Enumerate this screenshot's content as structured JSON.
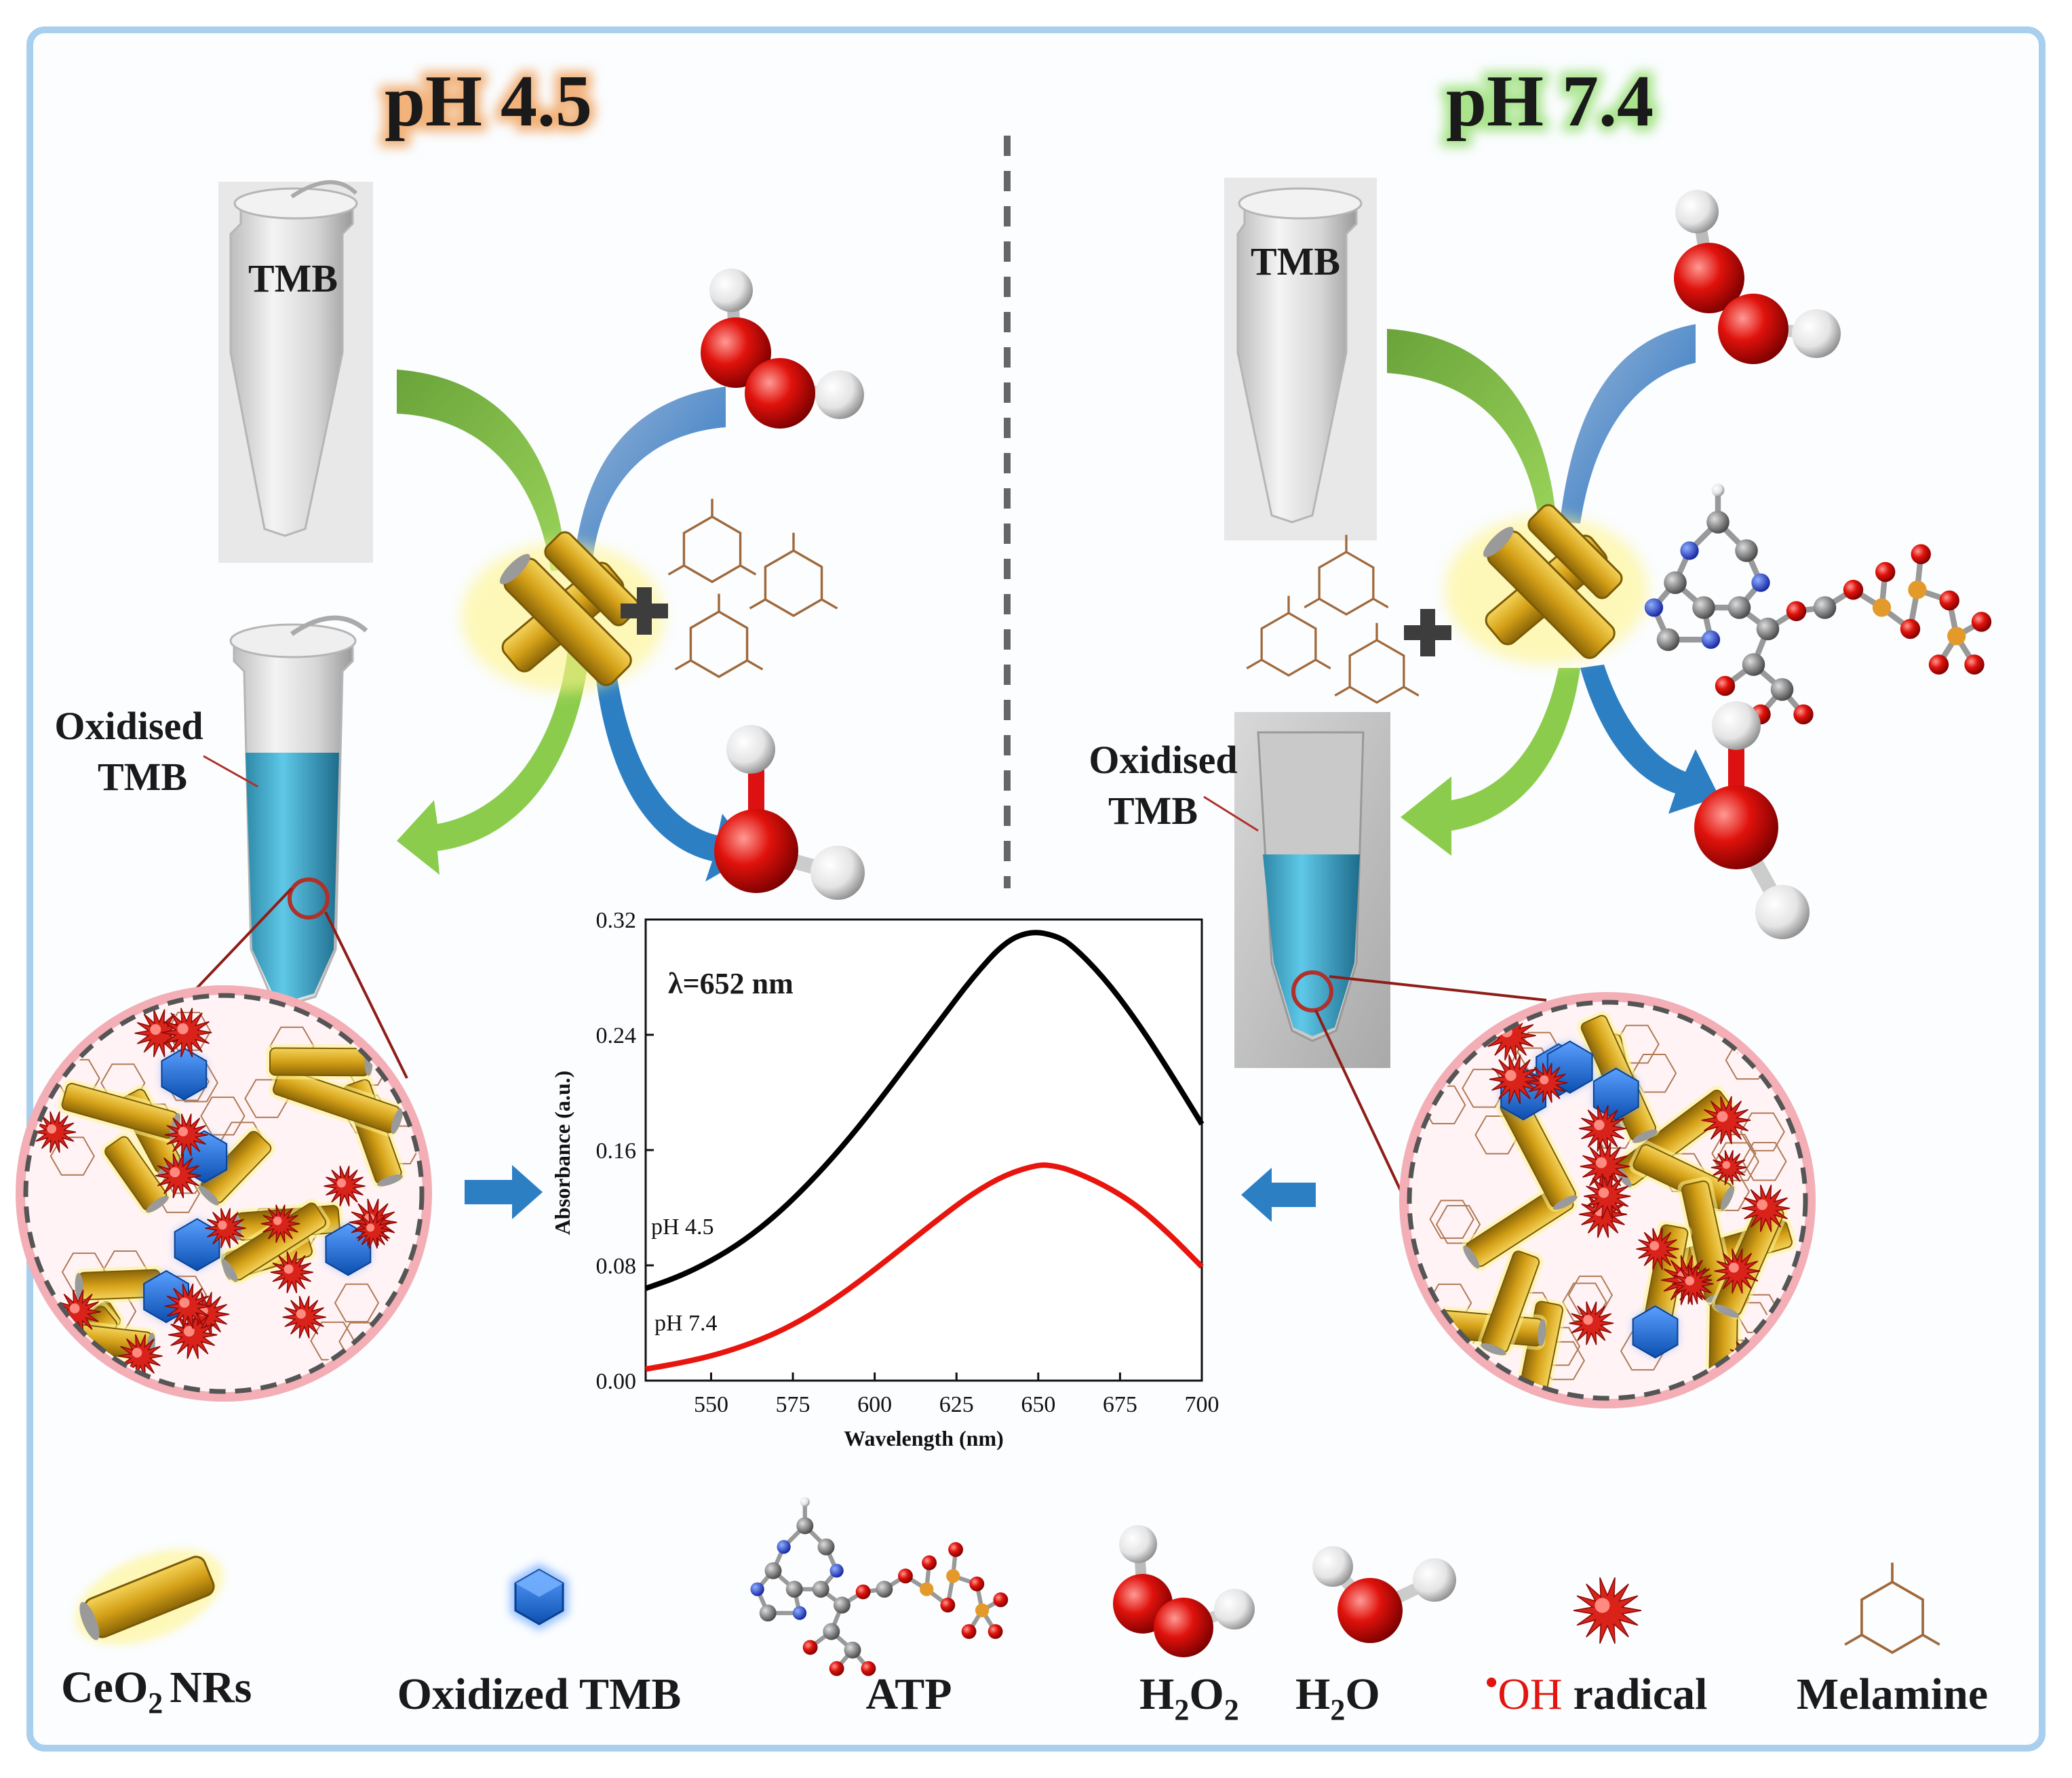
{
  "panels": {
    "left": {
      "title": "pH 4.5",
      "tube_label": "TMB",
      "oxidised_label_line1": "Oxidised",
      "oxidised_label_line2": "TMB"
    },
    "right": {
      "title": "pH 7.4",
      "tube_label": "TMB",
      "oxidised_label_line1": "Oxidised",
      "oxidised_label_line2": "TMB"
    }
  },
  "colors": {
    "border": "#a9cfee",
    "title_left_glow": "#f2b27a",
    "title_right_glow": "#a9e48c",
    "green_arrow": "#7ab648",
    "blue_arrow": "#2d7fc4",
    "nanorod": "#d4a017",
    "oxidized_tmb": "#1d6fc9",
    "radical": "#d9221a",
    "melamine": "#a0683a",
    "magnifier": "#b0302a"
  },
  "chart_data": {
    "type": "line",
    "annotation": "λ=652 nm",
    "xlabel": "Wavelength (nm)",
    "ylabel": "Absorbance (a.u.)",
    "xlim": [
      530,
      700
    ],
    "ylim": [
      0,
      0.32
    ],
    "xticks": [
      "550",
      "575",
      "600",
      "625",
      "650",
      "675",
      "700"
    ],
    "yticks": [
      "0.00",
      "0.08",
      "0.16",
      "0.24",
      "0.32"
    ],
    "series": [
      {
        "name": "pH 4.5",
        "color": "#000000",
        "x": [
          530,
          540,
          550,
          560,
          570,
          580,
          590,
          600,
          610,
          620,
          630,
          640,
          648,
          655,
          660,
          670,
          680,
          690,
          700
        ],
        "y": [
          0.064,
          0.072,
          0.083,
          0.097,
          0.115,
          0.137,
          0.162,
          0.19,
          0.22,
          0.25,
          0.28,
          0.305,
          0.312,
          0.309,
          0.303,
          0.28,
          0.25,
          0.215,
          0.178
        ]
      },
      {
        "name": "pH 7.4",
        "color": "#e8150e",
        "x": [
          530,
          540,
          550,
          560,
          570,
          580,
          590,
          600,
          610,
          620,
          630,
          640,
          650,
          655,
          660,
          670,
          680,
          690,
          700
        ],
        "y": [
          0.008,
          0.012,
          0.017,
          0.024,
          0.033,
          0.045,
          0.06,
          0.077,
          0.095,
          0.113,
          0.13,
          0.143,
          0.15,
          0.149,
          0.146,
          0.136,
          0.122,
          0.102,
          0.079
        ]
      }
    ]
  },
  "legend": {
    "ceo2_main": "CeO",
    "ceo2_sub": "2",
    "ceo2_tail": "NRs",
    "oxidized_tmb": "Oxidized TMB",
    "atp": "ATP",
    "h2o2_h": "H",
    "h2o2_sub1": "2",
    "h2o2_o": "O",
    "h2o2_sub2": "2",
    "h2o_h": "H",
    "h2o_sub": "2",
    "h2o_o": "O",
    "radical_dot": "•",
    "radical_oh": "OH",
    "radical_word": "radical",
    "melamine": "Melamine"
  }
}
